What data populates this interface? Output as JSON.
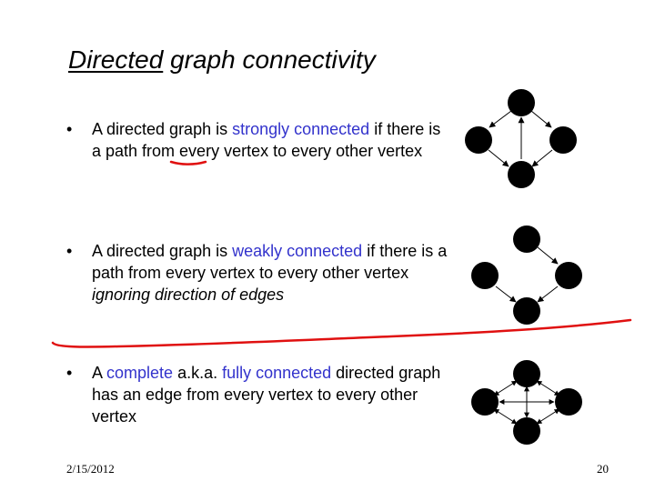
{
  "title": {
    "emph": "Directed",
    "rest": " graph connectivity"
  },
  "bullets": [
    {
      "parts": [
        {
          "t": "A directed graph is ",
          "s": "plain"
        },
        {
          "t": "strongly connected",
          "s": "blue"
        },
        {
          "t": " if there is a path from every vertex to every other vertex",
          "s": "plain"
        }
      ]
    },
    {
      "parts": [
        {
          "t": "A directed graph is ",
          "s": "plain"
        },
        {
          "t": "weakly connected",
          "s": "blue"
        },
        {
          "t": " if there is a path from every vertex to every other vertex ",
          "s": "plain"
        },
        {
          "t": "ignoring direction of edges",
          "s": "ital"
        }
      ]
    },
    {
      "parts": [
        {
          "t": "A ",
          "s": "plain"
        },
        {
          "t": "complete",
          "s": "blue"
        },
        {
          "t": " a.k.a. ",
          "s": "plain"
        },
        {
          "t": "fully connected",
          "s": "blue"
        },
        {
          "t": " directed graph has an edge from every vertex to every other vertex",
          "s": "plain"
        }
      ]
    }
  ],
  "footer": {
    "date": "2/15/2012",
    "page": "20"
  },
  "colors": {
    "accent_text": "#3333cc",
    "annotation_ink": "#e01010",
    "node": "#000000"
  }
}
